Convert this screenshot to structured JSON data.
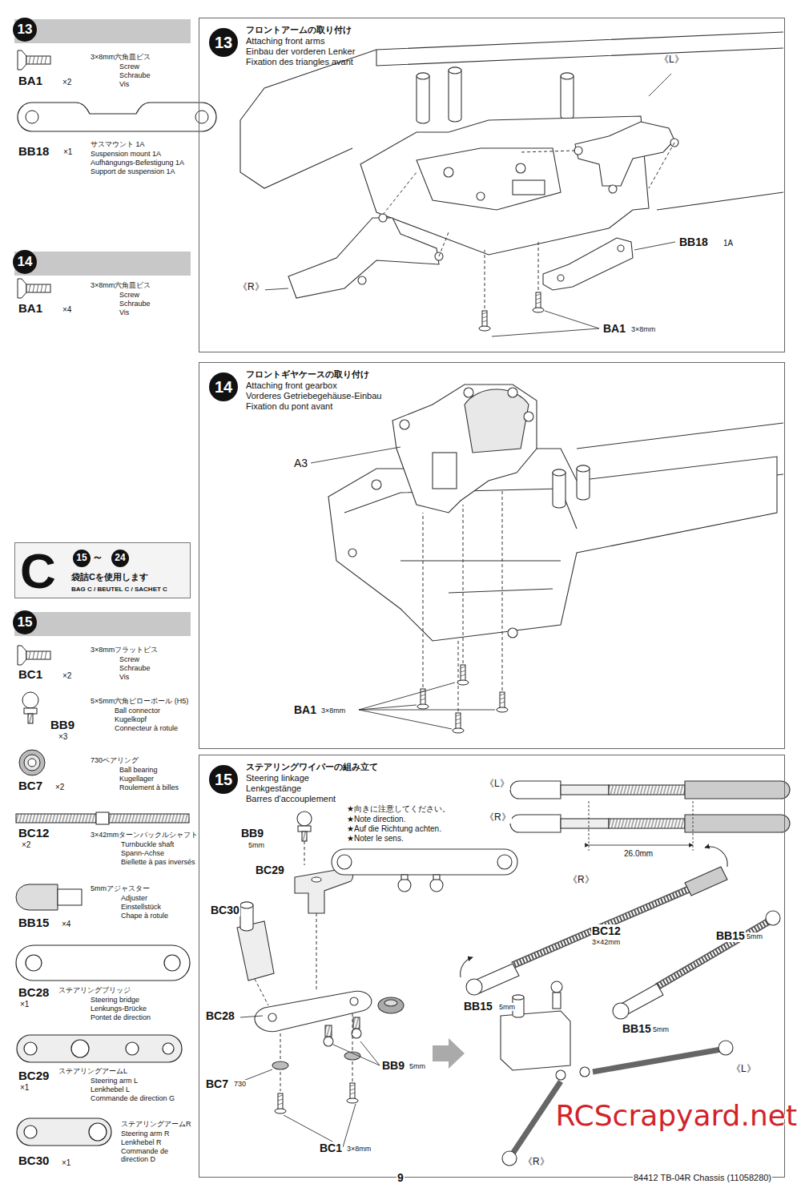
{
  "diagram": {
    "nodes": [
      {
        "text": [
          "13"
        ]
      },
      {
        "text": [
          "14"
        ]
      },
      {
        "text": [
          "C",
          "15",
          "～",
          "24",
          "袋詰Cを使用します",
          "BAG C / BEUTEL C / SACHET C"
        ]
      },
      {
        "text": [
          "15"
        ]
      },
      {
        "text": [
          "13",
          "フロントアームの取り付け",
          "Attaching front arms",
          "Einbau der vorderen Lenker",
          "Fixation des triangles avant"
        ]
      },
      {
        "text": [
          "14",
          "フロントギヤケースの取り付け",
          "Attaching front gearbox",
          "Vorderes Getriebegehäuse-Einbau",
          "Fixation du pont avant"
        ]
      },
      {
        "text": [
          "15",
          "ステアリングワイパーの組み立て",
          "Steering linkage",
          "Lenkgestänge",
          "Barres d'accouplement"
        ]
      }
    ],
    "labels": [
      "BA1",
      "×2",
      "3×8mm六角皿ビス",
      "Screw",
      "Schraube",
      "Vis",
      "BB18",
      "×1",
      "サスマウント 1A",
      "Suspension mount 1A",
      "Aufhängungs-Befestigung 1A",
      "Support de suspension 1A",
      "BA1",
      "×4",
      "3×8mm六角皿ビス",
      "Screw",
      "Schraube",
      "Vis",
      "BC1",
      "×2",
      "3×8mmフラットビス",
      "Screw",
      "Schraube",
      "Vis",
      "BB9",
      "×3",
      "5×5mm六角ピローボール (H5)",
      "Ball connector",
      "Kugelkopf",
      "Connecteur à rotule",
      "BC7",
      "×2",
      "730ベアリング",
      "Ball bearing",
      "Kugellager",
      "Roulement à billes",
      "BC12",
      "×2",
      "3×42mmターンバックルシャフト",
      "Turnbuckle shaft",
      "Spann-Achse",
      "Biellette à pas inversés",
      "BB15",
      "×4",
      "5mmアジャスター",
      "Adjuster",
      "Einstellstück",
      "Chape à rotule",
      "BC28",
      "×1",
      "ステアリングブリッジ",
      "Steering bridge",
      "Lenkungs-Brücke",
      "Pontet de direction",
      "BC29",
      "×1",
      "ステアリングアームL",
      "Steering arm L",
      "Lenkhebel L",
      "Commande de direction G",
      "BC30",
      "×1",
      "ステアリングアームR",
      "Steering arm R",
      "Lenkhebel R",
      "Commande de direction D",
      "《L》",
      "BB18",
      "1A",
      "《R》",
      "BA1",
      "3×8mm",
      "A3",
      "BA1",
      "3×8mm",
      "★向きに注意してください。",
      "★Note direction.",
      "★Auf die Richtung achten.",
      "★Noter le sens.",
      "BB9",
      "5mm",
      "BC29",
      "BC30",
      "BC28",
      "BC7",
      "730",
      "BB9",
      "5mm",
      "BC1",
      "3×8mm",
      "《L》",
      "《R》",
      "26.0mm",
      "《R》",
      "BB15",
      "5mm",
      "BC12",
      "3×42mm",
      "BB15",
      "5mm",
      "BB15",
      "5mm",
      "《L》",
      "《R》",
      "9",
      "84412 TB-04R Chassis (11058280)",
      "RCScrapyard.net"
    ]
  }
}
